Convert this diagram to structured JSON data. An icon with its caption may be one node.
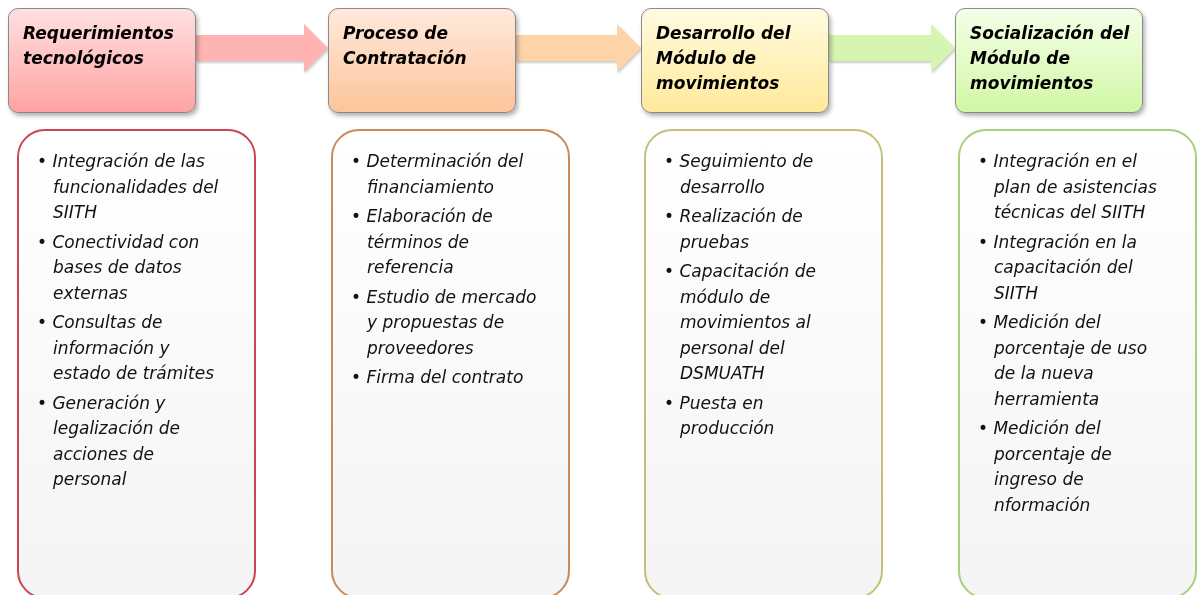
{
  "diagram": {
    "nodes": [
      {
        "text": [
          "Requerimientos tecnológicos"
        ]
      },
      {
        "text": [
          "Proceso de Contratación"
        ]
      },
      {
        "text": [
          "Desarrollo del Módulo de movimientos"
        ]
      },
      {
        "text": [
          "Socialización del Módulo de movimientos"
        ]
      },
      {
        "text": [
          "• Integración de las funcionalidades del SIITH",
          "• Conectividad con bases de datos externas",
          "• Consultas de información y estado de trámites",
          "• Generación y legalización de acciones de personal"
        ]
      },
      {
        "text": [
          "• Determinación del financiamiento",
          "• Elaboración de términos de referencia",
          "• Estudio de mercado y propuestas de proveedores",
          "• Firma del contrato"
        ]
      },
      {
        "text": [
          "• Seguimiento  de desarrollo",
          "• Realización de pruebas",
          "• Capacitación de módulo de movimientos al personal del DSMUATH",
          "• Puesta en producción"
        ]
      },
      {
        "text": [
          "• Integración en el plan de asistencias técnicas del SIITH",
          "• Integración en la capacitación del SIITH",
          "• Medición del porcentaje de uso de la nueva herramienta",
          "• Medición del porcentaje de ingreso de nformación"
        ]
      }
    ],
    "edges": [
      {
        "from": 0,
        "to": 1,
        "arrow": "to",
        "style": "thick",
        "color": "#ffb3b3"
      },
      {
        "from": 1,
        "to": 2,
        "arrow": "to",
        "style": "thick",
        "color": "#fdd4a8"
      },
      {
        "from": 2,
        "to": 3,
        "arrow": "to",
        "style": "thick",
        "color": "#d6f5b0"
      }
    ]
  }
}
